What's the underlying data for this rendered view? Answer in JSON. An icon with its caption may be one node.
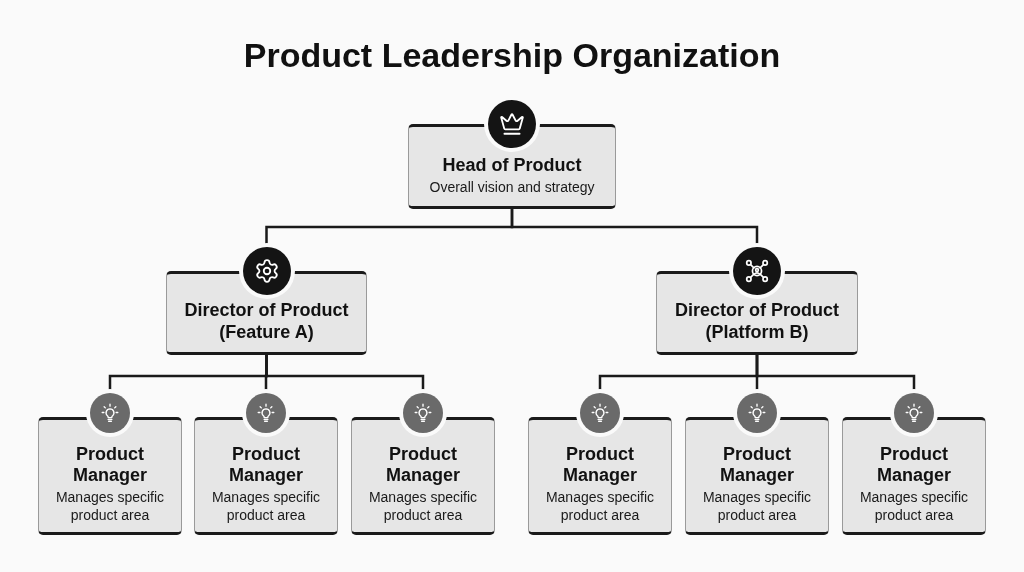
{
  "diagram": {
    "title": "Product Leadership Organization",
    "nodes": [
      {
        "text": [
          "Head of Product",
          "Overall vision and strategy"
        ]
      },
      {
        "text": [
          "Director of Product (Feature A)"
        ]
      },
      {
        "text": [
          "Director of Product (Platform B)"
        ]
      },
      {
        "text": [
          "Product Manager",
          "Manages specific product area"
        ]
      },
      {
        "text": [
          "Product Manager",
          "Manages specific product area"
        ]
      },
      {
        "text": [
          "Product Manager",
          "Manages specific product area"
        ]
      },
      {
        "text": [
          "Product Manager",
          "Manages specific product area"
        ]
      },
      {
        "text": [
          "Product Manager",
          "Manages specific product area"
        ]
      },
      {
        "text": [
          "Product Manager",
          "Manages specific product area"
        ]
      }
    ],
    "edges": [
      {
        "from": 0,
        "to": 1,
        "arrow": "none"
      },
      {
        "from": 0,
        "to": 2,
        "arrow": "none"
      },
      {
        "from": 1,
        "to": 3,
        "arrow": "none"
      },
      {
        "from": 1,
        "to": 4,
        "arrow": "none"
      },
      {
        "from": 1,
        "to": 5,
        "arrow": "none"
      },
      {
        "from": 2,
        "to": 6,
        "arrow": "none"
      },
      {
        "from": 2,
        "to": 7,
        "arrow": "none"
      },
      {
        "from": 2,
        "to": 8,
        "arrow": "none"
      }
    ]
  }
}
